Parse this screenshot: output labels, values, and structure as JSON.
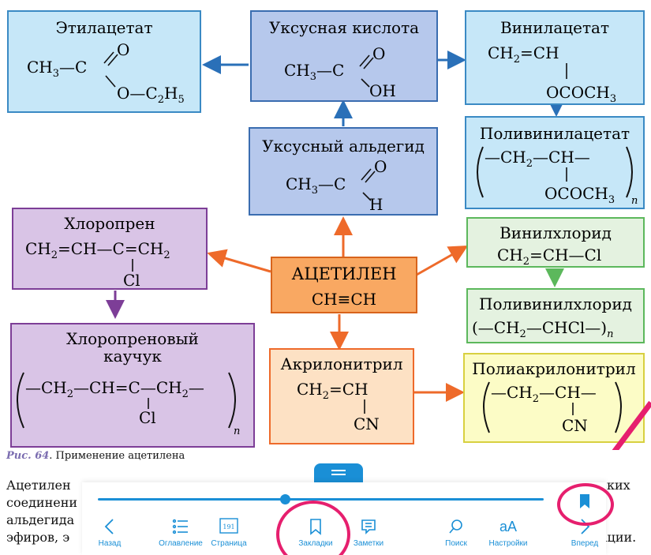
{
  "diagram": {
    "acetaldehyde_title": "Уксусный альдегид",
    "acetic_acid_title": "Уксусная кислота",
    "ethyl_acetate_title": "Этилацетат",
    "vinyl_acetate_title": "Винилацетат",
    "polyvinyl_acetate_title": "Поливинилацетат",
    "chloroprene_title": "Хлоропрен",
    "chloroprene_rubber_title_1": "Хлоропреновый",
    "chloroprene_rubber_title_2": "каучук",
    "acetylene_title": "АЦЕТИЛЕН",
    "acrylonitrile_title": "Акрилонитрил",
    "polyacrylonitrile_title": "Полиакрилонитрил",
    "vinyl_chloride_title": "Винилхлорид",
    "polyvinyl_chloride_title": "Поливинилхлорид",
    "colors": {
      "blue_fill": "#b6c8ec",
      "lightblue_fill": "#c6e7f8",
      "purple_fill": "#d9c4e6",
      "orange_fill": "#f9a862",
      "peach_fill": "#fde1c4",
      "green_fill": "#e4f2e0",
      "yellow_fill": "#fcfcc6",
      "arrow_blue": "#2a70b8",
      "arrow_orange": "#ee6a2a",
      "arrow_purple": "#7d3e97",
      "arrow_green": "#5cb85c"
    }
  },
  "caption": {
    "label": "Рис. 64",
    "text": ". Применение ацетилена"
  },
  "paragraph": {
    "line1": "Ацетилен",
    "line2": "соединени",
    "line3": "альдегида",
    "line4": "эфиров, э",
    "right1": "ских",
    "right4": "ации."
  },
  "toolbar": {
    "progress_fraction": 0.42,
    "accent_color": "#1a8fd6",
    "highlight_color": "#e61f6e",
    "items": [
      {
        "label": "Назад",
        "icon": "chevron-left-icon"
      },
      {
        "label": "Оглавление",
        "icon": "list-icon"
      },
      {
        "label": "Страница",
        "icon": "page-icon",
        "badge": "191"
      },
      {
        "label": "Закладки",
        "icon": "bookmark-icon"
      },
      {
        "label": "Заметки",
        "icon": "note-icon"
      },
      {
        "label": "Поиск",
        "icon": "search-icon"
      },
      {
        "label": "Настройки",
        "icon": "text-size-icon",
        "glyph": "aA"
      },
      {
        "label": "Вперед",
        "icon": "chevron-right-icon"
      }
    ]
  }
}
